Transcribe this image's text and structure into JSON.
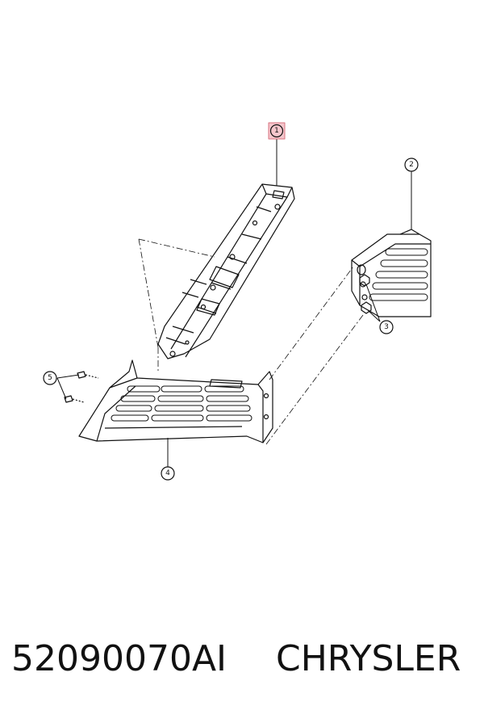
{
  "diagram": {
    "callouts": [
      "1",
      "2",
      "3",
      "4",
      "5"
    ],
    "highlight_color": "#f4c6cc",
    "highlight_border": "#d9737f"
  },
  "footer": {
    "part_number": "52090070AI",
    "brand": "CHRYSLER"
  }
}
